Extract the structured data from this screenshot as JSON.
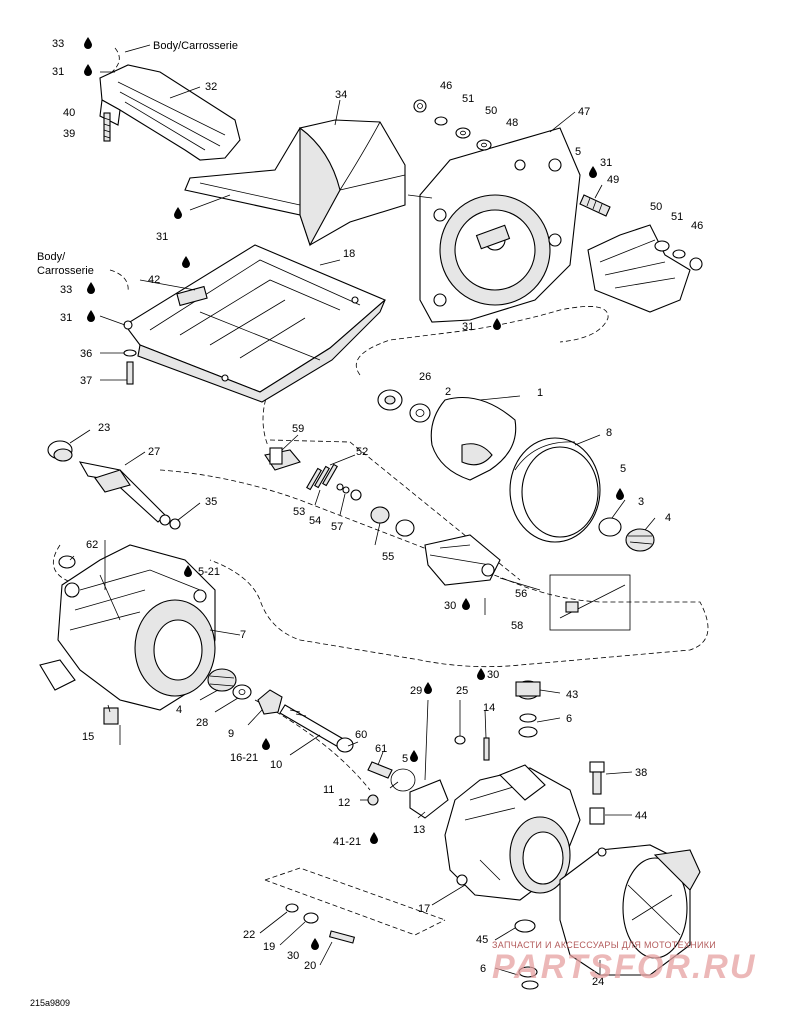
{
  "callouts": {
    "c33a": "33",
    "c31a": "31",
    "body_top": "Body/Carrosserie",
    "c32": "32",
    "c40": "40",
    "c39": "39",
    "c34": "34",
    "c46a": "46",
    "c51a": "51",
    "c50a": "50",
    "c48": "48",
    "c47": "47",
    "c5a": "5",
    "c31b": "31",
    "c49": "49",
    "c50b": "50",
    "c51b": "51",
    "c46b": "46",
    "c31c": "31",
    "c18": "18",
    "body_mid_1": "Body/",
    "body_mid_2": "Carrosserie",
    "c42": "42",
    "c33b": "33",
    "c31d": "31",
    "c36": "36",
    "c37": "37",
    "c31e": "31",
    "c26": "26",
    "c2": "2",
    "c1": "1",
    "c8": "8",
    "c5b": "5",
    "c3": "3",
    "c4a": "4",
    "c23": "23",
    "c27": "27",
    "c59": "59",
    "c52": "52",
    "c35": "35",
    "c53": "53",
    "c54": "54",
    "c57": "57",
    "c55": "55",
    "c56": "56",
    "c58": "58",
    "c30a": "30",
    "c62": "62",
    "c5_21": "5-21",
    "c7": "7",
    "c4b": "4",
    "c28": "28",
    "c9": "9",
    "c15": "15",
    "c16_21": "16-21",
    "c10": "10",
    "c60": "60",
    "c61": "61",
    "c5c": "5",
    "c11": "11",
    "c12": "12",
    "c41_21": "41-21",
    "c13": "13",
    "c29": "29",
    "c25": "25",
    "c30b": "30",
    "c14": "14",
    "c43": "43",
    "c6a": "6",
    "c38": "38",
    "c44": "44",
    "c17": "17",
    "c22": "22",
    "c19": "19",
    "c30c": "30",
    "c20": "20",
    "c45": "45",
    "c6b": "6",
    "c24": "24",
    "figure_code": "215a9809"
  },
  "watermark": {
    "text": "ЗАПЧАСТИ И АКСЕССУАРЫ ДЛЯ МОТОТЕХНИКИ",
    "logo": "PARTSFOR.RU"
  },
  "colors": {
    "line": "#000000",
    "fill": "#ffffff",
    "shade": "#e6e6e6",
    "watermark_text": "#b35b5b",
    "watermark_logo": "#e6a1a1"
  }
}
